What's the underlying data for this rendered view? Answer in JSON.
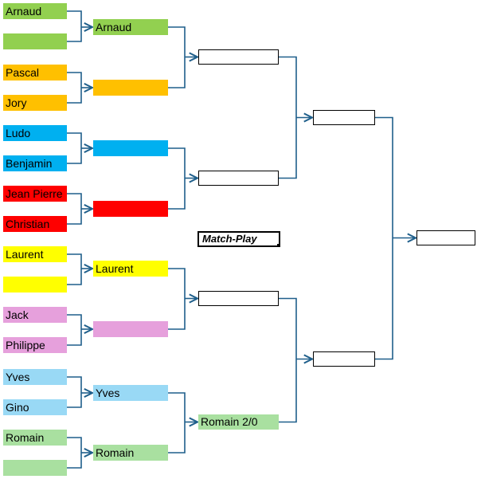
{
  "title": "Match-Play",
  "colors": {
    "green": "#92d050",
    "orange": "#ffc000",
    "blue": "#00b0f0",
    "red": "#ff0000",
    "yellow": "#ffff00",
    "pink": "#e6a0dc",
    "lightblue": "#99d9f5",
    "lightgreen": "#a9e0a0",
    "connector": "#1f5f8b"
  },
  "round1": [
    {
      "name": "Arnaud",
      "color": "green"
    },
    {
      "name": "",
      "color": "green"
    },
    {
      "name": "Pascal",
      "color": "orange"
    },
    {
      "name": "Jory",
      "color": "orange"
    },
    {
      "name": "Ludo",
      "color": "blue"
    },
    {
      "name": "Benjamin",
      "color": "blue"
    },
    {
      "name": "Jean Pierre",
      "color": "red"
    },
    {
      "name": "Christian",
      "color": "red"
    },
    {
      "name": "Laurent",
      "color": "yellow"
    },
    {
      "name": "",
      "color": "yellow"
    },
    {
      "name": "Jack",
      "color": "pink"
    },
    {
      "name": "Philippe",
      "color": "pink"
    },
    {
      "name": "Yves",
      "color": "lightblue"
    },
    {
      "name": "Gino",
      "color": "lightblue"
    },
    {
      "name": "Romain",
      "color": "lightgreen"
    },
    {
      "name": "",
      "color": "lightgreen"
    }
  ],
  "round2": [
    {
      "name": "Arnaud",
      "color": "green"
    },
    {
      "name": "",
      "color": "orange"
    },
    {
      "name": "",
      "color": "blue"
    },
    {
      "name": "",
      "color": "red"
    },
    {
      "name": "Laurent",
      "color": "yellow"
    },
    {
      "name": "",
      "color": "pink"
    },
    {
      "name": "Yves",
      "color": "lightblue"
    },
    {
      "name": "Romain",
      "color": "lightgreen"
    }
  ],
  "round3": [
    {
      "name": "",
      "color": ""
    },
    {
      "name": "",
      "color": ""
    },
    {
      "name": "",
      "color": ""
    },
    {
      "name": "Romain 2/0",
      "color": "lightgreen"
    }
  ],
  "round4": [
    {
      "name": "",
      "color": ""
    },
    {
      "name": "",
      "color": ""
    }
  ],
  "final": {
    "name": "",
    "color": ""
  }
}
